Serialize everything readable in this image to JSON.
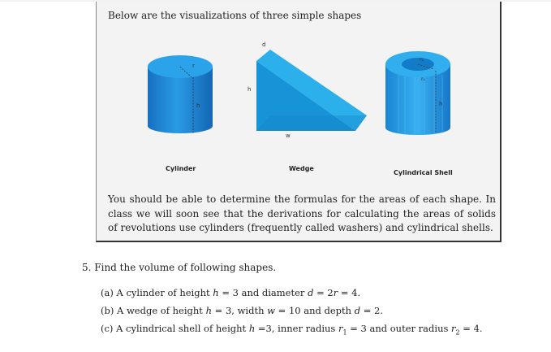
{
  "intro": "Below are the visualizations of three simple shapes",
  "figures": [
    {
      "caption": "Cylinder",
      "labels": [
        "r",
        "h"
      ]
    },
    {
      "caption": "Wedge",
      "labels": [
        "d",
        "h",
        "w"
      ]
    },
    {
      "caption": "Cylindrical Shell",
      "labels": [
        "r₂",
        "r₁",
        "h"
      ]
    }
  ],
  "paragraph": "You should be able to determine the formulas for the areas of each shape. In class we will soon see that the derivations for calculating the areas of solids of revolutions use cylinders (frequently called washers) and cylindrical shells.",
  "question": {
    "number": "5.",
    "text": "Find the volume of following shapes.",
    "parts": [
      {
        "label": "(a)",
        "before": "A cylinder of height ",
        "v1": "h",
        "mid1": " = 3 and diameter ",
        "v2": "d",
        "mid2": " = 2",
        "v3": "r",
        "after": " = 4."
      },
      {
        "label": "(b)",
        "before": "A wedge of height ",
        "v1": "h",
        "mid1": " = 3, width ",
        "v2": "w",
        "mid2": " = 10 and depth ",
        "v3": "d",
        "after": " = 2."
      },
      {
        "label": "(c)",
        "before": "A cylindrical shell of height ",
        "v1": "h",
        "mid1": " =3, inner radius ",
        "v2": "r",
        "sub2": "1",
        "mid2": " = 3 and outer radius ",
        "v3": "r",
        "sub3": "2",
        "after": " = 4."
      }
    ]
  },
  "colors": {
    "cylinder": "#1e90d8",
    "wedge": "#22a4e4",
    "shell": "#1c9ee0"
  }
}
